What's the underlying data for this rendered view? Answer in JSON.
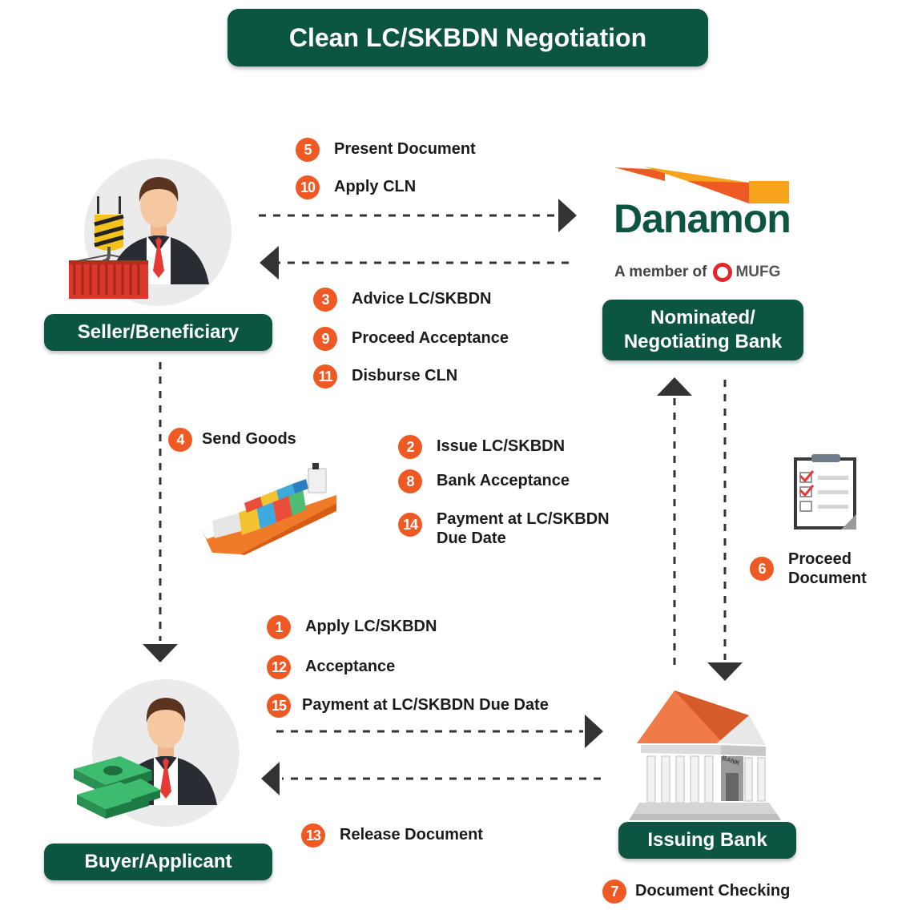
{
  "title": "Clean LC/SKBDN Negotiation",
  "parties": {
    "seller": "Seller/Beneficiary",
    "nominated_bank": "Nominated/ Negotiating Bank",
    "buyer": "Buyer/Applicant",
    "issuing_bank": "Issuing Bank"
  },
  "brand": {
    "name": "Danamon",
    "member_text": "A member of",
    "group": "MUFG"
  },
  "steps": {
    "s5": {
      "num": "5",
      "text": "Present Document"
    },
    "s10": {
      "num": "10",
      "text": "Apply CLN"
    },
    "s3": {
      "num": "3",
      "text": "Advice LC/SKBDN"
    },
    "s9": {
      "num": "9",
      "text": "Proceed Acceptance"
    },
    "s11": {
      "num": "11",
      "text": "Disburse CLN"
    },
    "s4": {
      "num": "4",
      "text": "Send Goods"
    },
    "s2": {
      "num": "2",
      "text": "Issue LC/SKBDN"
    },
    "s8": {
      "num": "8",
      "text": "Bank Acceptance"
    },
    "s14": {
      "num": "14",
      "text": "Payment at LC/SKBDN Due Date"
    },
    "s6": {
      "num": "6",
      "text": "Proceed Document"
    },
    "s1": {
      "num": "1",
      "text": "Apply LC/SKBDN"
    },
    "s12": {
      "num": "12",
      "text": "Acceptance"
    },
    "s15": {
      "num": "15",
      "text": "Payment at LC/SKBDN Due Date"
    },
    "s13": {
      "num": "13",
      "text": "Release Document"
    },
    "s7": {
      "num": "7",
      "text": "Document Checking"
    }
  },
  "icons": {
    "bank_sign": "BANK"
  },
  "colors": {
    "green": "#0d5543",
    "orange": "#ef5a24",
    "arrow": "#333333"
  }
}
